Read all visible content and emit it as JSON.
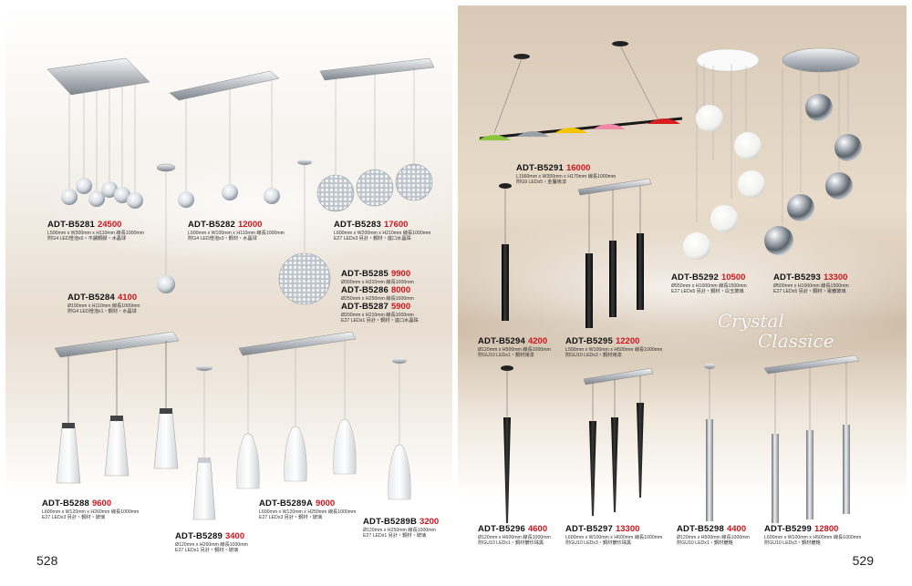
{
  "pages": {
    "left_number": "528",
    "right_number": "529"
  },
  "brand_script": {
    "line1": "Crystal",
    "line2": "Classice"
  },
  "products": {
    "b5281": {
      "code": "ADT-B5281",
      "price": "24500",
      "spec1": "L500mm x W300mm x H110mm 線長1000mm",
      "spec2": "附G4 LED燈泡x6・不鏽鋼腳・水晶球"
    },
    "b5282": {
      "code": "ADT-B5282",
      "price": "12000",
      "spec1": "L600mm x W100mm x H110mm 線長1000mm",
      "spec2": "附G4 LED燈泡x3・鋼材・水晶球"
    },
    "b5283": {
      "code": "ADT-B5283",
      "price": "17600",
      "spec1": "L600mm x W200mm x H210mm 線長1000mm",
      "spec2": "E27 LEDx3 另計・鋼材・進口水晶珠"
    },
    "b5284": {
      "code": "ADT-B5284",
      "price": "4100",
      "spec1": "Ø100mm x H110mm 線長1000mm",
      "spec2": "附G4 LED燈泡x1・鋼材・水晶球"
    },
    "b5285": {
      "code": "ADT-B5285",
      "price": "9900",
      "spec1": "Ø300mm x H310mm 線長1000mm"
    },
    "b5286": {
      "code": "ADT-B5286",
      "price": "8000",
      "spec1": "Ø250mm x H250mm 線長1000mm"
    },
    "b5287": {
      "code": "ADT-B5287",
      "price": "5900",
      "spec1": "Ø200mm x H210mm 線長1000mm",
      "spec2": "E27 LEDx1 另計・鋼材・進口水晶珠"
    },
    "b5288": {
      "code": "ADT-B5288",
      "price": "9600",
      "spec1": "L600mm x W120mm x H260mm 線長1000mm",
      "spec2": "E27 LEDx3 另計・鋼材・玻璃"
    },
    "b5289": {
      "code": "ADT-B5289",
      "price": "3400",
      "spec1": "Ø120mm x H260mm 線長1000mm",
      "spec2": "E27 LEDx1 另計・鋼材・玻璃"
    },
    "b5289a": {
      "code": "ADT-B5289A",
      "price": "9000",
      "spec1": "L600mm x W120mm x H250mm 線長1000mm",
      "spec2": "E27 LEDx3 另計・鋼材・玻璃"
    },
    "b5289b": {
      "code": "ADT-B5289B",
      "price": "3200",
      "spec1": "Ø120mm x H250mm 線長1000mm",
      "spec2": "E27 LEDx1 另計・鋼材・玻璃"
    },
    "b5291": {
      "code": "ADT-B5291",
      "price": "16000",
      "spec1": "L1560mm x W300mm x H170mm 線長1000mm",
      "spec2": "附G9 LEDx5・金屬烤漆"
    },
    "b5292": {
      "code": "ADT-B5292",
      "price": "10500",
      "spec1": "Ø550mm x H1000mm 線長1500mm",
      "spec2": "E27 LEDx5 另計・鋼材・白玉玻璃"
    },
    "b5293": {
      "code": "ADT-B5293",
      "price": "13300",
      "spec1": "Ø500mm x H1000mm 線長1500mm",
      "spec2": "E27 LEDx5 另計・鋼材・電鍍玻璃"
    },
    "b5294": {
      "code": "ADT-B5294",
      "price": "4200",
      "spec1": "Ø120mm x H500mm 線長1000mm",
      "spec2": "附GU10 LEDx1・鋼材烤漆"
    },
    "b5295": {
      "code": "ADT-B5295",
      "price": "12200",
      "spec1": "L500mm x W100mm x H500mm 線長1000mm",
      "spec2": "附GU10 LEDx3・鋼材烤漆"
    },
    "b5296": {
      "code": "ADT-B5296",
      "price": "4600",
      "spec1": "Ø120mm x H600mm 線長1000mm",
      "spec2": "附GU10 LEDx1・鋼材鍍珍珠黑"
    },
    "b5297": {
      "code": "ADT-B5297",
      "price": "13300",
      "spec1": "L600mm x W100mm x H600mm 線長1000mm",
      "spec2": "附GU10 LEDx3・鋼材鍍珍珠黑"
    },
    "b5298": {
      "code": "ADT-B5298",
      "price": "4400",
      "spec1": "Ø120mm x H500mm 線長1000mm",
      "spec2": "附GU10 LEDx1・鋼材鍍鉻"
    },
    "b5299": {
      "code": "ADT-B5299",
      "price": "12800",
      "spec1": "L600mm x W100mm x H500mm 線長1000mm",
      "spec2": "附GU10 LEDx3・鋼材鍍鉻"
    }
  },
  "colors": {
    "price_red": "#d0141b",
    "chrome": "#c9ccd0",
    "glass_white": "#f4f4f2",
    "black_tube": "#1b1b1b"
  }
}
